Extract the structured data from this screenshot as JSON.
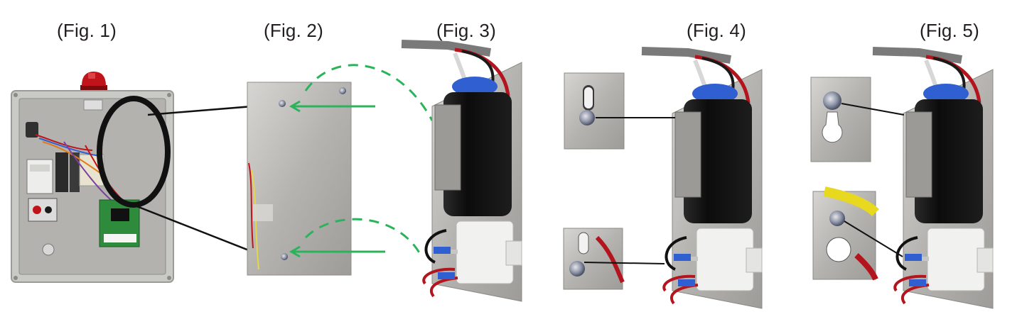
{
  "figures": [
    {
      "id": "fig1",
      "label": "(Fig. 1)"
    },
    {
      "id": "fig2",
      "label": "(Fig. 2)"
    },
    {
      "id": "fig3",
      "label": "(Fig. 3)"
    },
    {
      "id": "fig4",
      "label": "(Fig. 4)"
    },
    {
      "id": "fig5",
      "label": "(Fig. 5)"
    }
  ],
  "colors": {
    "callout_black": "#111111",
    "arrow_green": "#2bb35b",
    "steel": "#b8b6b2",
    "enclosure": "#c9cac6",
    "transformer": "#151515",
    "terminal_block": "#f1f1ef",
    "alarm_red": "#c0141a",
    "wire_red": "#b3151e",
    "connector_blue": "#2f5fd0"
  },
  "icons": [
    "alarm-light-icon",
    "arrow-icon"
  ]
}
